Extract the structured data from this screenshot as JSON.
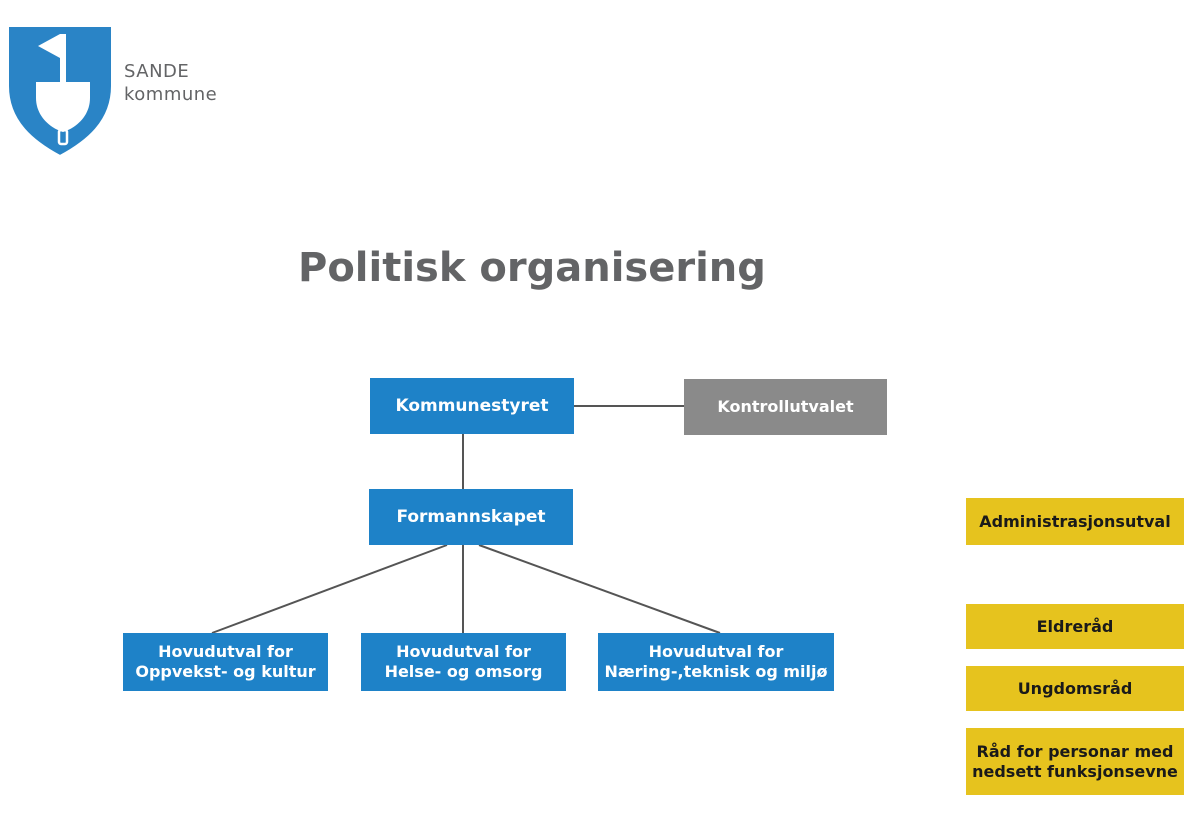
{
  "brand": {
    "line1": "SANDE",
    "line2": "kommune",
    "emblem_icon": "shield-spade-icon"
  },
  "title": "Politisk organisering",
  "colors": {
    "blue": "#1e82c8",
    "grey": "#8a8a8a",
    "yellow": "#e6c31e",
    "text_grey": "#636466"
  },
  "nodes": {
    "kommunestyret": "Kommunestyret",
    "kontrollutvalet": "Kontrollutvalet",
    "formannskapet": "Formannskapet",
    "oppvekst": {
      "line1": "Hovudutval for",
      "line2": "Oppvekst- og kultur"
    },
    "helse": {
      "line1": "Hovudutval for",
      "line2": "Helse- og omsorg"
    },
    "naering": {
      "line1": "Hovudutval for",
      "line2": "Næring-,teknisk og miljø"
    }
  },
  "side_boxes": {
    "administrasjonsutval": "Administrasjonsutval",
    "eldrerad": "Eldreråd",
    "ungdomsrad": "Ungdomsråd",
    "rad_personar": {
      "line1": "Råd for personar med",
      "line2": "nedsett funksjonsevne"
    }
  }
}
